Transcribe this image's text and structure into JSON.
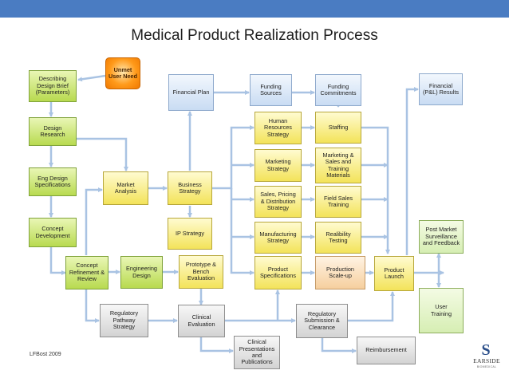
{
  "title": "Medical Product Realization Process",
  "credit": "LFBost 2009",
  "logo": {
    "word": "EARSIDE",
    "sub": "BIOMEDICAL",
    "letter": "S"
  },
  "nodes": {
    "unmet": "Unmet\nUser Need",
    "describing": "Describing\nDesign Brief\n(Parameters)",
    "design_research": "Design\nResearch",
    "eng_design_specs": "Eng Design\nSpecifications",
    "concept_dev": "Concept\nDevelopment",
    "concept_refinement": "Concept\nRefinement &\nReview",
    "engineering_design": "Engineering\nDesign",
    "prototype": "Prototype &\nBench\nEvaluation",
    "market_analysis": "Market\nAnalysis",
    "business_strategy": "Business\nStrategy",
    "ip_strategy": "IP Strategy",
    "financial_plan": "Financial Plan",
    "funding_sources": "Funding\nSources",
    "funding_commitments": "Funding\nCommitments",
    "financial_results": "Financial\n(P&L) Results",
    "hr_strategy": "Human\nResources\nStrategy",
    "staffing": "Staffing",
    "marketing_strategy": "Marketing\nStrategy",
    "marketing_materials": "Marketing &\nSales and\nTraining\nMaterials",
    "sales_pricing": "Sales, Pricing\n& Distribution\nStrategy",
    "field_sales": "Field Sales\nTraining",
    "manufacturing_strategy": "Manufacturing\nStrategy",
    "reliability": "Realibility\nTesting",
    "product_specs": "Product\nSpecifications",
    "production": "Production\nScale-up",
    "product_launch": "Product\nLaunch",
    "post_market": "Post Market\nSurveillance\nand Feedback",
    "user_training": "User\nTraining",
    "regulatory_pathway": "Regulatory\nPathway\nStrategy",
    "clinical_eval": "Clinical\nEvaluation",
    "clinical_pres": "Clinical\nPresentations\nand\nPublications",
    "regulatory_submission": "Regulatory\nSubmission &\nClearance",
    "reimbursement": "Reimbursement"
  }
}
